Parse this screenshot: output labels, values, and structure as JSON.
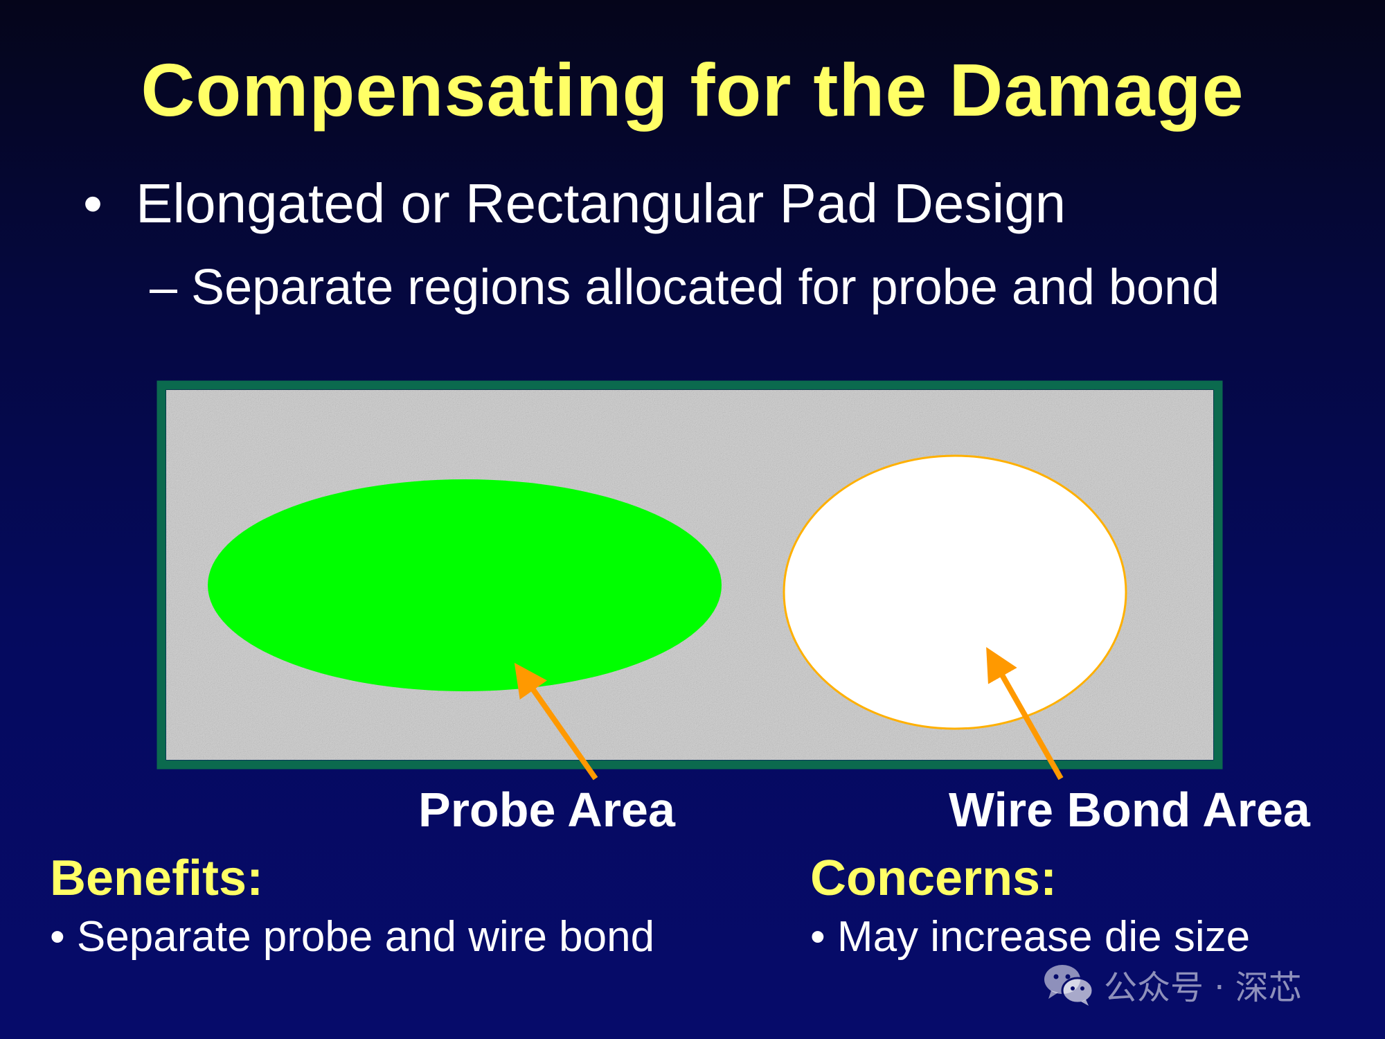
{
  "slide": {
    "title": "Compensating for the Damage",
    "bullet_symbol": "•",
    "bullet": "Elongated or Rectangular Pad Design",
    "sub_bullet": "– Separate regions allocated for probe and bond"
  },
  "diagram": {
    "frame_color": "#0b6a4e",
    "pad_color": "#d4d4d4",
    "probe_area_color": "#00ff00",
    "wire_bond_area_color": "#ffffff",
    "wire_bond_outline_color": "#ffb000",
    "arrow_color": "#ff9900",
    "probe_label": "Probe Area",
    "wire_bond_label": "Wire Bond Area"
  },
  "benefits": {
    "heading": "Benefits:",
    "point": "• Separate probe and wire bond"
  },
  "concerns": {
    "heading": "Concerns:",
    "point": "• May increase die size"
  },
  "watermark": {
    "icon": "wechat-icon",
    "text": "公众号 · 深芯"
  },
  "colors": {
    "background": "#050a5e",
    "title": "#ffff66",
    "body_text": "#ffffff"
  }
}
